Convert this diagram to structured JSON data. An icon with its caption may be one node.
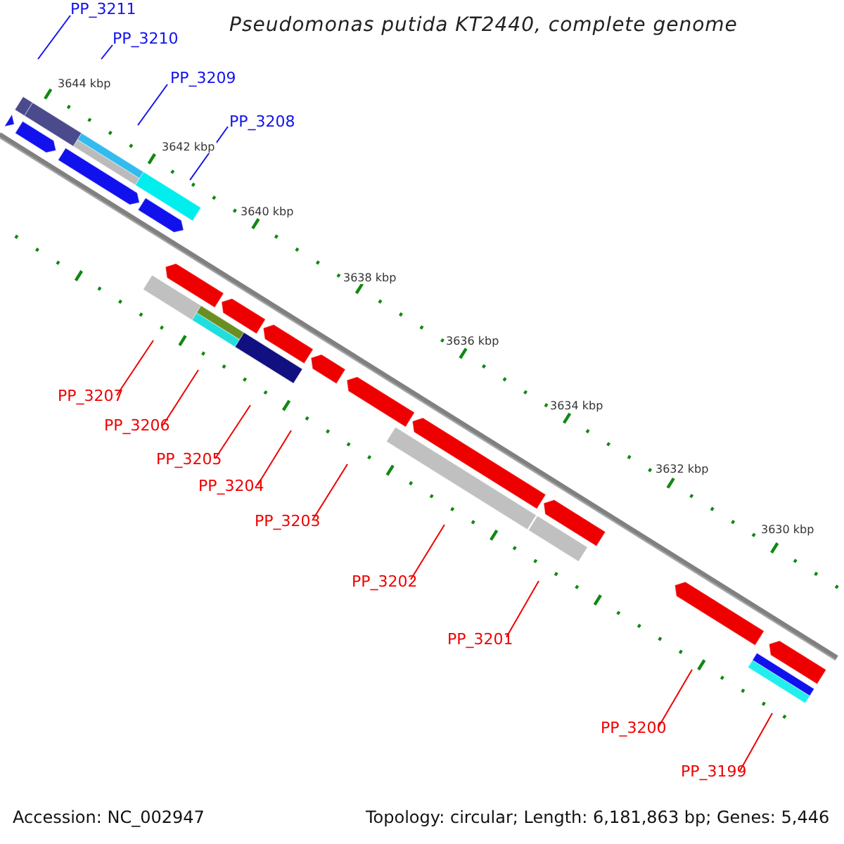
{
  "diagram": {
    "title": "Pseudomonas putida KT2440, complete genome",
    "nodes": [
      {
        "text": [
          "PP_3211"
        ]
      },
      {
        "text": [
          "PP_3210"
        ]
      },
      {
        "text": [
          "PP_3209"
        ]
      },
      {
        "text": [
          "PP_3208"
        ]
      },
      {
        "text": [
          "PP_3207"
        ]
      },
      {
        "text": [
          "PP_3206"
        ]
      },
      {
        "text": [
          "PP_3205"
        ]
      },
      {
        "text": [
          "PP_3204"
        ]
      },
      {
        "text": [
          "PP_3203"
        ]
      },
      {
        "text": [
          "PP_3202"
        ]
      },
      {
        "text": [
          "PP_3201"
        ]
      },
      {
        "text": [
          "PP_3200"
        ]
      },
      {
        "text": [
          "PP_3199"
        ]
      }
    ],
    "edges": [
      {
        "from": 0,
        "to": null,
        "arrow": "none",
        "color": "#1111ee"
      },
      {
        "from": 1,
        "to": null,
        "arrow": "none",
        "color": "#1111ee"
      },
      {
        "from": 2,
        "to": null,
        "arrow": "none",
        "color": "#1111ee"
      },
      {
        "from": 3,
        "to": null,
        "arrow": "none",
        "color": "#1111ee"
      },
      {
        "from": 4,
        "to": null,
        "arrow": "none"
      },
      {
        "from": 5,
        "to": null,
        "arrow": "none"
      },
      {
        "from": 6,
        "to": null,
        "arrow": "none"
      },
      {
        "from": 7,
        "to": null,
        "arrow": "none"
      },
      {
        "from": 8,
        "to": null,
        "arrow": "none"
      },
      {
        "from": 9,
        "to": null,
        "arrow": "none"
      },
      {
        "from": 10,
        "to": null,
        "arrow": "none"
      },
      {
        "from": 11,
        "to": null,
        "arrow": "none"
      },
      {
        "from": 12,
        "to": null,
        "arrow": "none"
      }
    ],
    "labels": [
      "3644 kbp",
      "3642 kbp",
      "3640 kbp",
      "3638 kbp",
      "3636 kbp",
      "3634 kbp",
      "3632 kbp",
      "3630 kbp",
      "Accession: NC_002947",
      "Topology: circular; Length: 6,181,863 bp; Genes: 5,446"
    ]
  }
}
